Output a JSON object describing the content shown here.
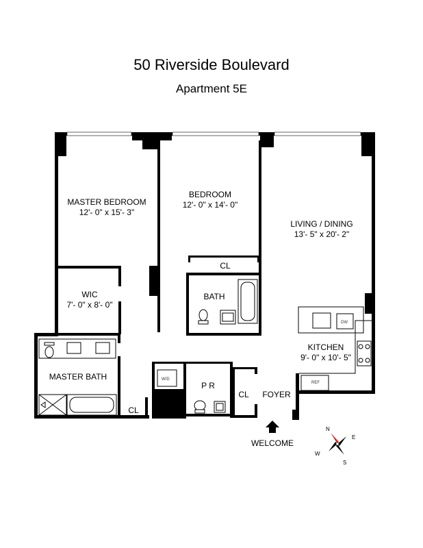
{
  "header": {
    "title": "50 Riverside Boulevard",
    "subtitle": "Apartment 5E"
  },
  "rooms": {
    "master_bedroom": {
      "name": "MASTER BEDROOM",
      "dims": "12'- 0\" x 15'- 3\""
    },
    "bedroom": {
      "name": "BEDROOM",
      "dims": "12'- 0\" x 14'- 0\""
    },
    "living_dining": {
      "name": "LIVING / DINING",
      "dims": "13'- 5\" x 20'- 2\""
    },
    "wic": {
      "name": "WIC",
      "dims": "7'- 0\" x 8'- 0\""
    },
    "kitchen": {
      "name": "KITCHEN",
      "dims": "9'- 0\" x 10'- 5\""
    },
    "master_bath": "MASTER BATH",
    "bath": "BATH",
    "closet_bedroom": "CL",
    "closet_master_bath": "CL",
    "closet_foyer": "CL",
    "powder_room": "P R",
    "foyer": "FOYER"
  },
  "fixtures": {
    "washer_dryer": "W/D",
    "dishwasher": "DW",
    "refrigerator": "REF"
  },
  "entry": {
    "label": "WELCOME"
  },
  "compass": {
    "n": "N",
    "e": "E",
    "s": "S",
    "w": "W"
  }
}
